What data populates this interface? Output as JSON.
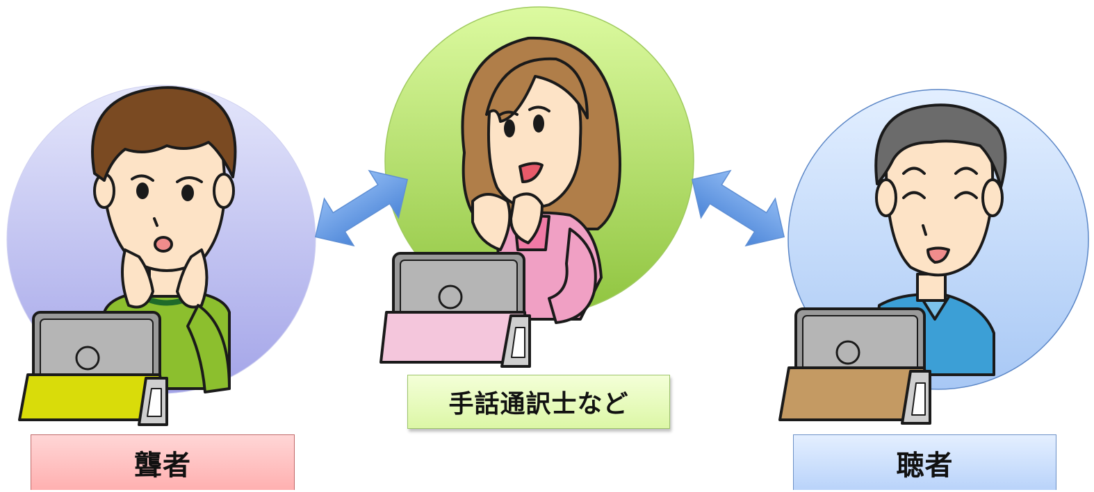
{
  "labels": {
    "deaf": "聾者",
    "interpreter": "手話通訳士など",
    "hearing": "聴者"
  },
  "colors": {
    "deaf_circle_top": "#e4e6fb",
    "deaf_circle_bottom": "#a3a4e8",
    "interpreter_circle_top": "#dcfaa0",
    "interpreter_circle_bottom": "#8fc43f",
    "hearing_circle_top": "#e3efff",
    "hearing_circle_bottom": "#a8c8f5",
    "arrow": "#6a9fe8",
    "deaf_tablet_case": "#d9dc0a",
    "interpreter_tablet_case": "#f4c6dc",
    "hearing_tablet_case": "#c49a63"
  },
  "icons": [
    "deaf-person-icon",
    "interpreter-person-icon",
    "hearing-person-icon",
    "tablet-icon",
    "double-arrow-icon"
  ]
}
